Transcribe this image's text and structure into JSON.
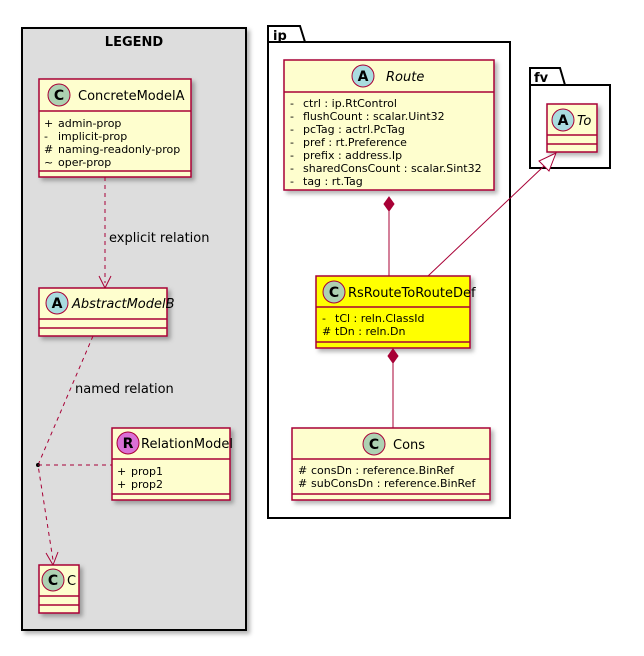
{
  "legend": {
    "title": "LEGEND",
    "concrete_class": {
      "stereotype": "C",
      "name": "ConcreteModelA",
      "props": [
        {
          "vis": "+",
          "text": "admin-prop"
        },
        {
          "vis": "-",
          "text": "implicit-prop"
        },
        {
          "vis": "#",
          "text": "naming-readonly-prop"
        },
        {
          "vis": "~",
          "text": "oper-prop"
        }
      ]
    },
    "abstract_class": {
      "stereotype": "A",
      "name": "AbstractModelB"
    },
    "relation_class": {
      "stereotype": "R",
      "name": "RelationModel",
      "props": [
        {
          "vis": "+",
          "text": "prop1"
        },
        {
          "vis": "+",
          "text": "prop2"
        }
      ]
    },
    "c_class": {
      "stereotype": "C",
      "name": "C"
    },
    "explicit_label": "explicit relation",
    "named_label": "named relation"
  },
  "packages": {
    "ip": {
      "name": "ip",
      "route": {
        "stereotype": "A",
        "name": "Route",
        "props": [
          {
            "vis": "-",
            "text": "ctrl : ip.RtControl"
          },
          {
            "vis": "-",
            "text": "flushCount : scalar.Uint32"
          },
          {
            "vis": "-",
            "text": "pcTag : actrl.PcTag"
          },
          {
            "vis": "-",
            "text": "pref : rt.Preference"
          },
          {
            "vis": "-",
            "text": "prefix : address.Ip"
          },
          {
            "vis": "-",
            "text": "sharedConsCount : scalar.Sint32"
          },
          {
            "vis": "-",
            "text": "tag : rt.Tag"
          }
        ]
      },
      "rs": {
        "stereotype": "C",
        "name": "RsRouteToRouteDef",
        "props": [
          {
            "vis": "-",
            "text": "tCl : reln.ClassId"
          },
          {
            "vis": "#",
            "text": "tDn : reln.Dn"
          }
        ]
      },
      "cons": {
        "stereotype": "C",
        "name": "Cons",
        "props": [
          {
            "vis": "#",
            "text": "consDn : reference.BinRef"
          },
          {
            "vis": "#",
            "text": "subConsDn : reference.BinRef"
          }
        ]
      }
    },
    "fv": {
      "name": "fv",
      "to": {
        "stereotype": "A",
        "name": "To"
      }
    }
  },
  "colors": {
    "class_fill": "#FEFECE",
    "highlight_fill": "#FFFF00",
    "border": "#A80036",
    "legend_bg": "#DDDDDD",
    "concrete_badge": "#ADD1B2",
    "abstract_badge": "#A9DCDF",
    "relation_badge": "#DA70D6"
  }
}
